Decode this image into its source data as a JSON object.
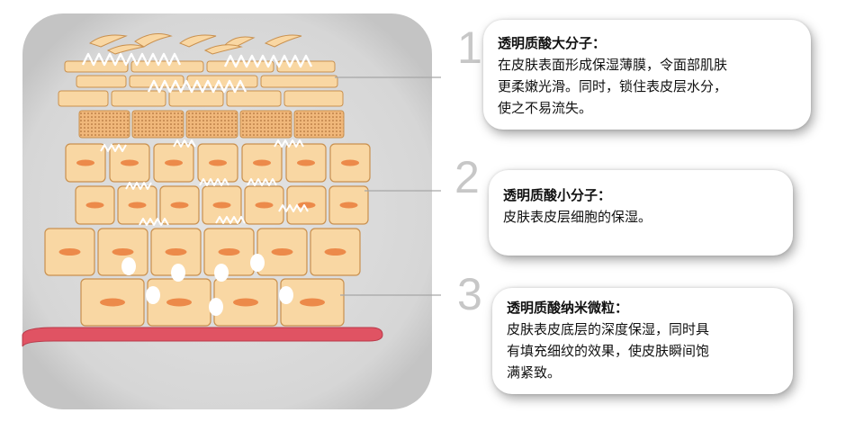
{
  "diagram": {
    "colors": {
      "panel": "#dedede",
      "cell_fill": "#f9d7a3",
      "cell_stroke": "#c9904e",
      "nucleus": "#ec8a4a",
      "dotted_cell": "#f0b77a",
      "membrane": "#e05363",
      "wave": "#ffffff",
      "leader_line": "#a6a6a6"
    }
  },
  "callouts": [
    {
      "number": "1",
      "title": "透明质酸大分子：",
      "lines": [
        "在皮肤表面形成保湿薄膜，令面部肌肤",
        "更柔嫩光滑。同时，锁住表皮层水分，",
        "使之不易流失。"
      ]
    },
    {
      "number": "2",
      "title": "透明质酸小分子：",
      "lines": [
        "皮肤表皮层细胞的保湿。"
      ]
    },
    {
      "number": "3",
      "title": "透明质酸纳米微粒：",
      "lines": [
        "皮肤表皮底层的深度保湿，同时具",
        "有填充细纹的效果，使皮肤瞬间饱",
        "满紧致。"
      ]
    }
  ]
}
